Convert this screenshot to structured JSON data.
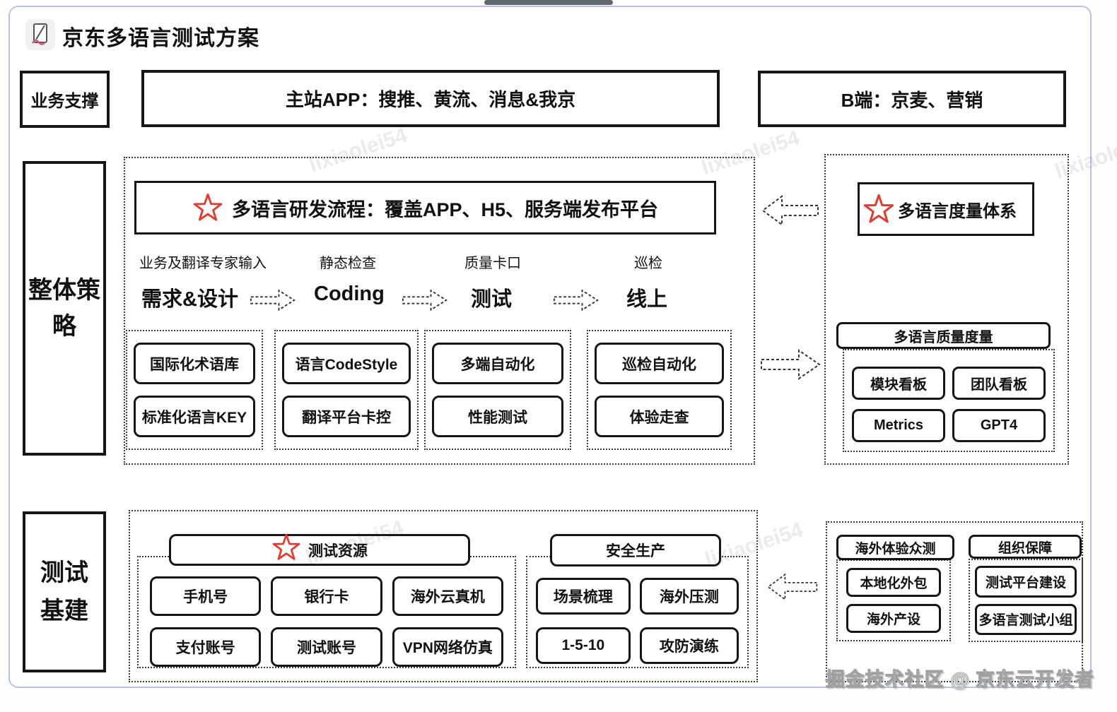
{
  "page": {
    "title": "京东多语言测试方案",
    "diagonal_watermark": "lixiaolei54",
    "footer_watermark": "掘金技术社区 @ 京东云开发者"
  },
  "top_row": {
    "business_support": "业务支撑",
    "main_app": "主站APP：搜推、黄流、消息&我京",
    "b_side": "B端：京麦、营销"
  },
  "strategy": {
    "label": "整体策略",
    "process": {
      "header": "多语言研发流程：覆盖APP、H5、服务端发布平台",
      "stages": [
        "业务及翻译专家输入",
        "静态检查",
        "质量卡口",
        "巡检"
      ],
      "steps": [
        "需求&设计",
        "Coding",
        "测试",
        "线上"
      ],
      "groups": [
        {
          "items": [
            "国际化术语库",
            "标准化语言KEY"
          ]
        },
        {
          "items": [
            "语言CodeStyle",
            "翻译平台卡控"
          ]
        },
        {
          "items": [
            "多端自动化",
            "性能测试"
          ]
        },
        {
          "items": [
            "巡检自动化",
            "体验走查"
          ]
        }
      ]
    },
    "metrics": {
      "header": "多语言度量体系",
      "quality_header": "多语言质量度量",
      "items": [
        "模块看板",
        "团队看板",
        "Metrics",
        "GPT4"
      ]
    }
  },
  "infra": {
    "label": "测试基建",
    "resources": {
      "header": "测试资源",
      "items": [
        "手机号",
        "银行卡",
        "海外云真机",
        "支付账号",
        "测试账号",
        "VPN网络仿真"
      ]
    },
    "security": {
      "header": "安全生产",
      "items": [
        "场景梳理",
        "海外压测",
        "1-5-10",
        "攻防演练"
      ]
    },
    "guarantee": {
      "col1_header": "海外体验众测",
      "col1_items": [
        "本地化外包",
        "海外产设"
      ],
      "col2_header": "组织保障",
      "col2_items": [
        "测试平台建设",
        "多语言测试小组"
      ]
    }
  },
  "colors": {
    "star_red": "#e8392c",
    "card_border_blue": "#b5c3e8"
  }
}
